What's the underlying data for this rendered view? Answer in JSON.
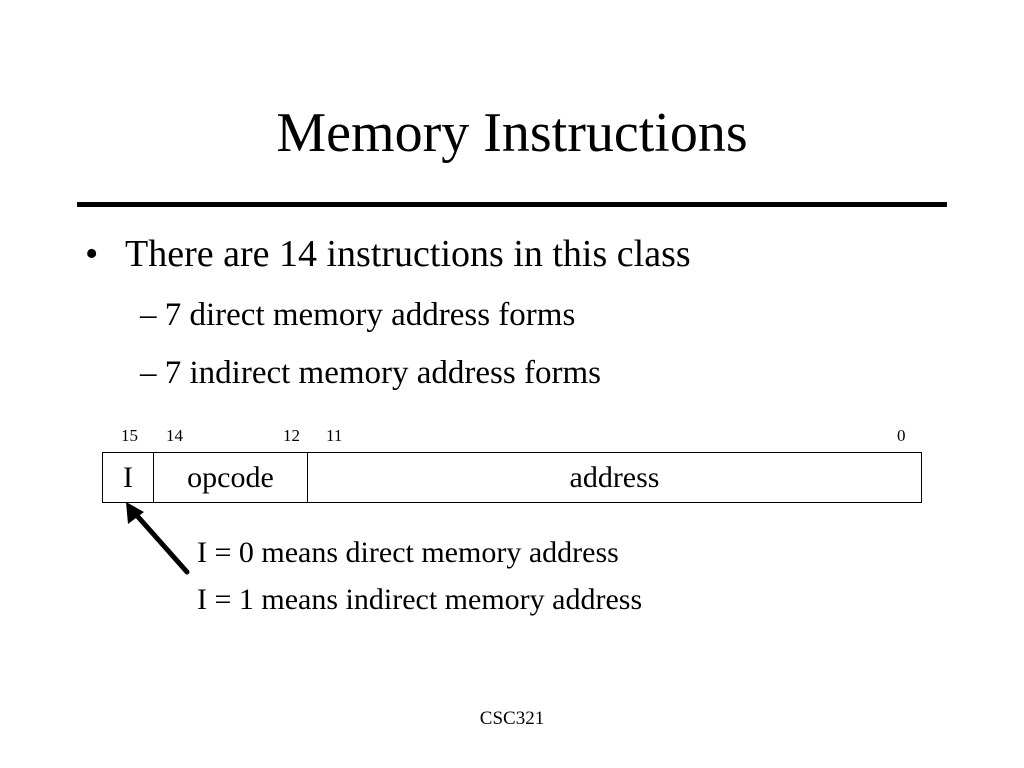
{
  "title": "Memory Instructions",
  "bullets": [
    {
      "text": "There are 14 instructions in this class",
      "subitems": [
        "– 7 direct memory address forms",
        "– 7 indirect memory address forms"
      ]
    }
  ],
  "bullet_glyph": "•",
  "instruction_format": {
    "bit_labels": [
      "15",
      "14",
      "12",
      "11",
      "0"
    ],
    "fields": [
      "I",
      "opcode",
      "address"
    ]
  },
  "notes": [
    "I = 0 means direct memory address",
    "I = 1 means indirect memory address"
  ],
  "footer": "CSC321"
}
